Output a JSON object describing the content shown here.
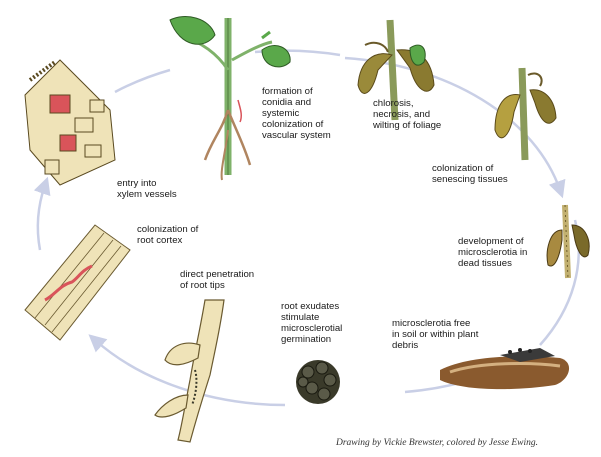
{
  "stages": [
    {
      "id": "formation",
      "text": "formation of\nconidia and\nsystemic\ncolonization of\nvascular system"
    },
    {
      "id": "chlorosis",
      "text": "chlorosis,\nnecrosis, and\nwilting of foliage"
    },
    {
      "id": "senescing",
      "text": "colonization of\nsenescing tissues"
    },
    {
      "id": "microsclerotia-dev",
      "text": "development of\nmicrosclerotia in\ndead tissues"
    },
    {
      "id": "microsclerotia-free",
      "text": "microsclerotia free\nin soil or within plant\ndebris"
    },
    {
      "id": "root-exudates",
      "text": "root exudates\nstimulate\nmicrosclerotial\ngermination"
    },
    {
      "id": "penetration",
      "text": "direct penetration\nof root tips"
    },
    {
      "id": "cortex",
      "text": "colonization of\nroot cortex"
    },
    {
      "id": "xylem",
      "text": "entry into\nxylem vessels"
    }
  ],
  "credit": "Drawing by Vickie Brewster, colored by Jesse Ewing.",
  "colors": {
    "cycle_line": "#c9cfe6",
    "leaf_green": "#5aa84a",
    "stem_green": "#7fb26a",
    "wilt_brown": "#8a6a2a",
    "root_tan": "#efe3b8",
    "tissue_red": "#d9545a",
    "soil_brown": "#8a5a2e"
  }
}
